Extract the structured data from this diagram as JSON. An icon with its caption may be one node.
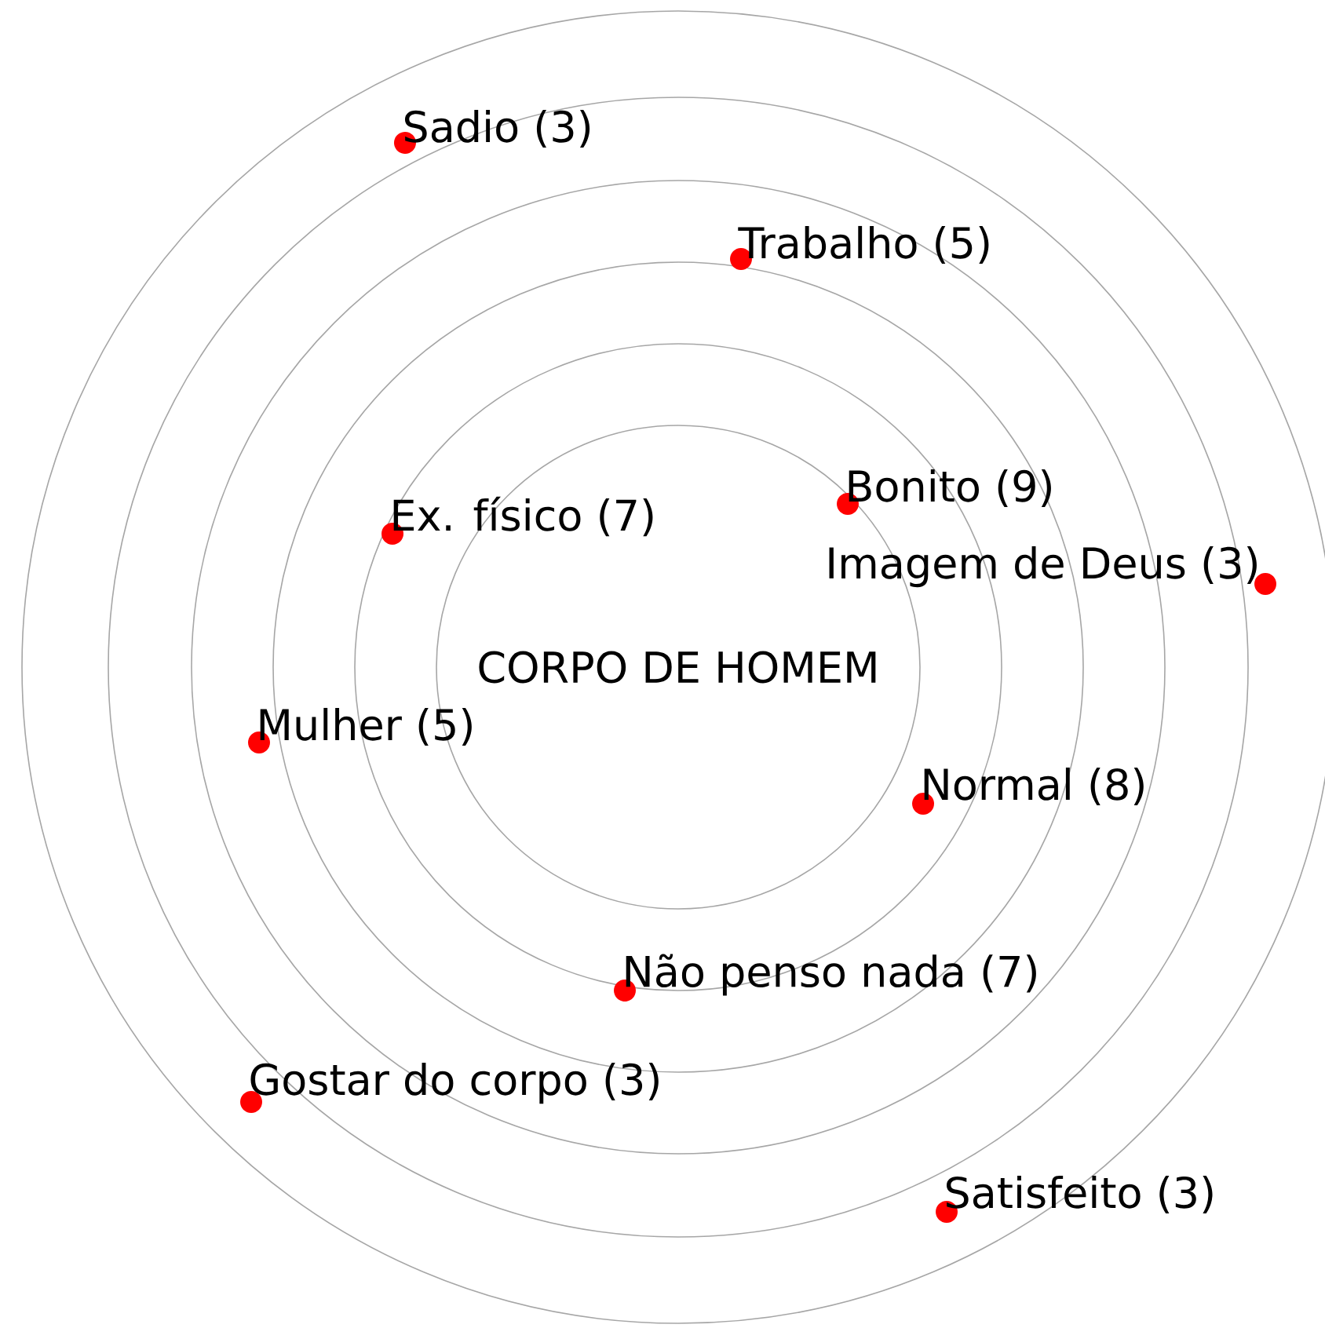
{
  "diagram": {
    "nodes": [
      {
        "text": [],
        "shape": "circle"
      },
      {
        "text": [],
        "shape": "circle",
        "in": 0
      },
      {
        "text": [],
        "shape": "circle",
        "in": 1
      },
      {
        "text": [],
        "shape": "circle",
        "in": 2
      },
      {
        "text": [],
        "shape": "circle",
        "in": 3
      },
      {
        "text": [
          "CORPO DE HOMEM"
        ],
        "in": 4
      }
    ],
    "labels": [
      "Sadio (3)",
      "Trabalho (5)",
      "Bonito (9)",
      "Ex. físico (7)",
      "Imagem de Deus (3)",
      "Mulher (5)",
      "Normal (8)",
      "Não penso nada (7)",
      "Gostar do corpo (3)",
      "Satisfeito (3)"
    ]
  }
}
